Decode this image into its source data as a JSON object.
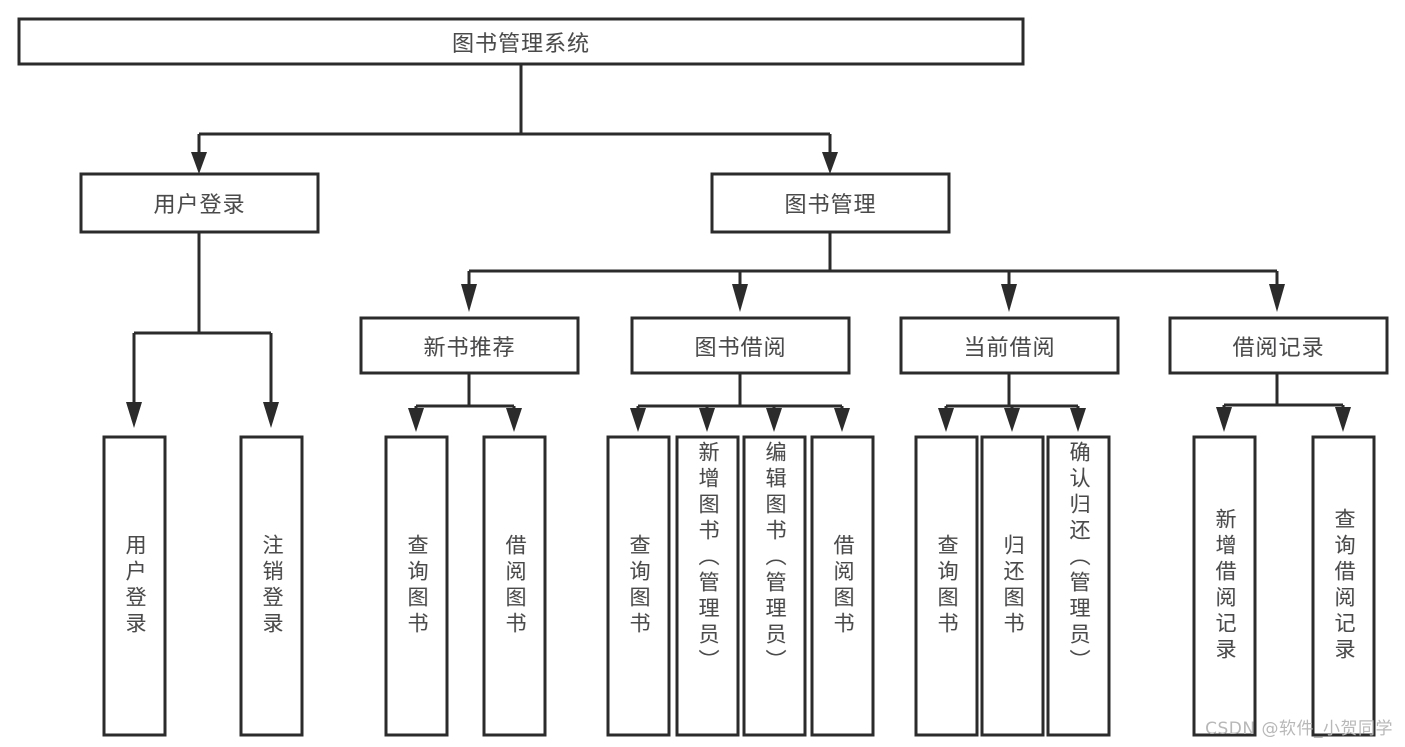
{
  "diagram": {
    "title": "图书管理系统",
    "type": "tree",
    "stroke_color": "#2b2b2b",
    "text_color": "#4a4a4a",
    "background_color": "#ffffff",
    "root": {
      "label": "图书管理系统"
    },
    "level2": [
      {
        "label": "用户登录"
      },
      {
        "label": "图书管理"
      }
    ],
    "level3": [
      {
        "label": "新书推荐"
      },
      {
        "label": "图书借阅"
      },
      {
        "label": "当前借阅"
      },
      {
        "label": "借阅记录"
      }
    ],
    "leaves": {
      "user_login": [
        {
          "label": "用户登录"
        },
        {
          "label": "注销登录"
        }
      ],
      "new_book_recommend": [
        {
          "label": "查询图书"
        },
        {
          "label": "借阅图书"
        }
      ],
      "book_borrow": [
        {
          "label": "查询图书"
        },
        {
          "label": "新增图书（管理员）"
        },
        {
          "label": "编辑图书（管理员）"
        },
        {
          "label": "借阅图书"
        }
      ],
      "current_borrow": [
        {
          "label": "查询图书"
        },
        {
          "label": "归还图书"
        },
        {
          "label": "确认归还（管理员）"
        }
      ],
      "borrow_record": [
        {
          "label": "新增借阅记录"
        },
        {
          "label": "查询借阅记录"
        }
      ]
    }
  },
  "watermark": {
    "text": "CSDN @软件_小贺同学"
  }
}
